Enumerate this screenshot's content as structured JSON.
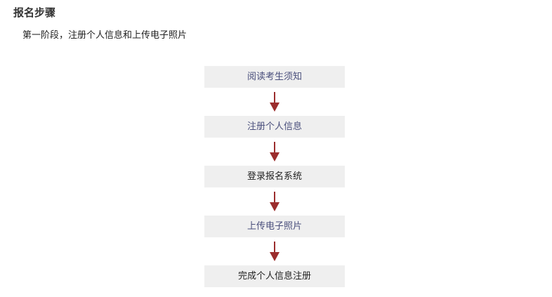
{
  "page": {
    "title": "报名步骤",
    "stage": "第一阶段，注册个人信息和上传电子照片"
  },
  "colors": {
    "step_background": "#efefef",
    "link_text": "#4a4f7c",
    "plain_text": "#222222",
    "arrow": "#9b2d2d"
  },
  "flow": {
    "steps": [
      {
        "label": "阅读考生须知",
        "is_link": true
      },
      {
        "label": "注册个人信息",
        "is_link": true
      },
      {
        "label": "登录报名系统",
        "is_link": false
      },
      {
        "label": "上传电子照片",
        "is_link": true
      },
      {
        "label": "完成个人信息注册",
        "is_link": false
      }
    ]
  }
}
